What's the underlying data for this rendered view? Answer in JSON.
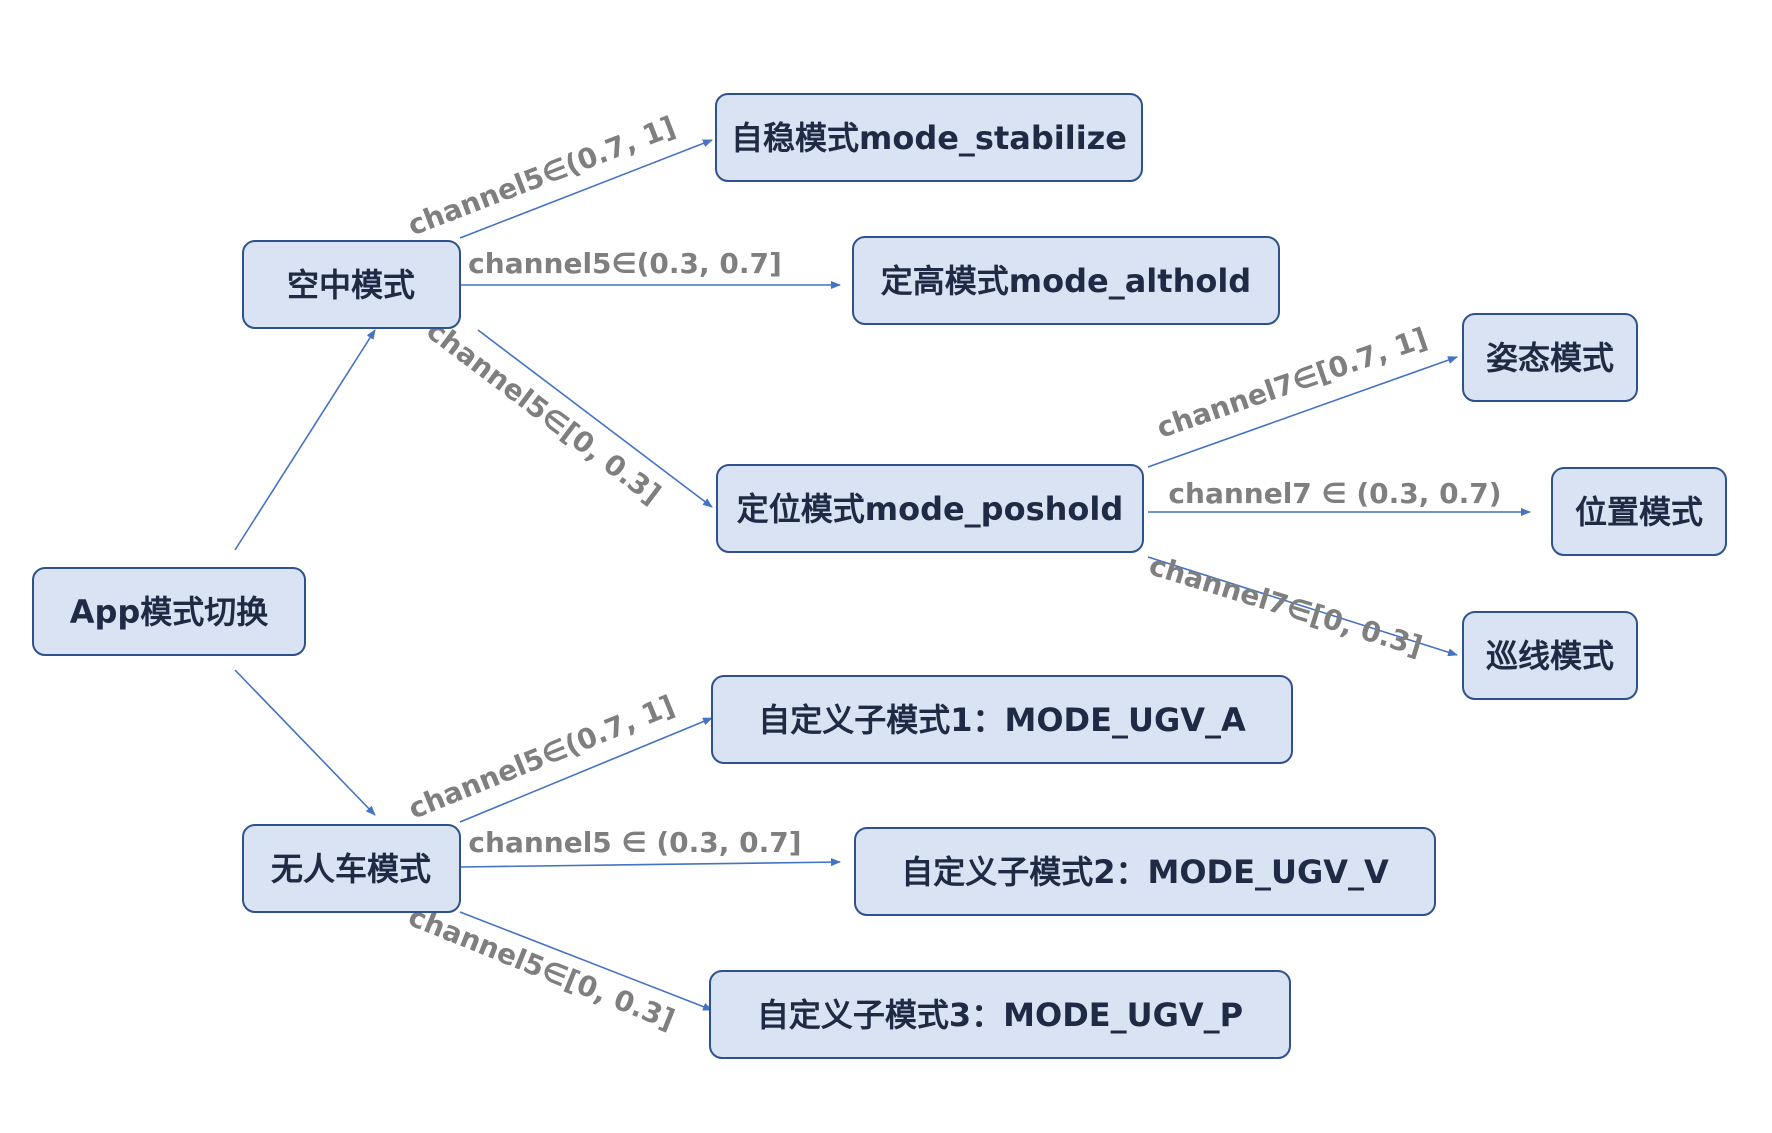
{
  "nodes": {
    "root": "App模式切换",
    "air": "空中模式",
    "ugv": "无人车模式",
    "stabilize": "自稳模式mode_stabilize",
    "althold": "定高模式mode_althold",
    "poshold": "定位模式mode_poshold",
    "attitude": "姿态模式",
    "position": "位置模式",
    "linefollow": "巡线模式",
    "ugv_a": "自定义子模式1：MODE_UGV_A",
    "ugv_v": "自定义子模式2：MODE_UGV_V",
    "ugv_p": "自定义子模式3：MODE_UGV_P"
  },
  "edges": {
    "air_stabilize": "channel5∈(0.7, 1]",
    "air_althold": "channel5∈(0.3, 0.7]",
    "air_poshold": "channel5∈[0, 0.3]",
    "pos_attitude": "channel7∈[0.7, 1]",
    "pos_position": "channel7 ∈ (0.3, 0.7)",
    "pos_linefollow": "channel7∈[0, 0.3]",
    "ugv_a": "channel5∈(0.7, 1]",
    "ugv_v": "channel5 ∈ (0.3, 0.7]",
    "ugv_p": "channel5∈[0, 0.3]"
  },
  "colors": {
    "box_fill": "#dae3f3",
    "box_border": "#2f528f",
    "arrow": "#4472c4",
    "label": "#7f7f7f",
    "text": "#1f2a44"
  }
}
